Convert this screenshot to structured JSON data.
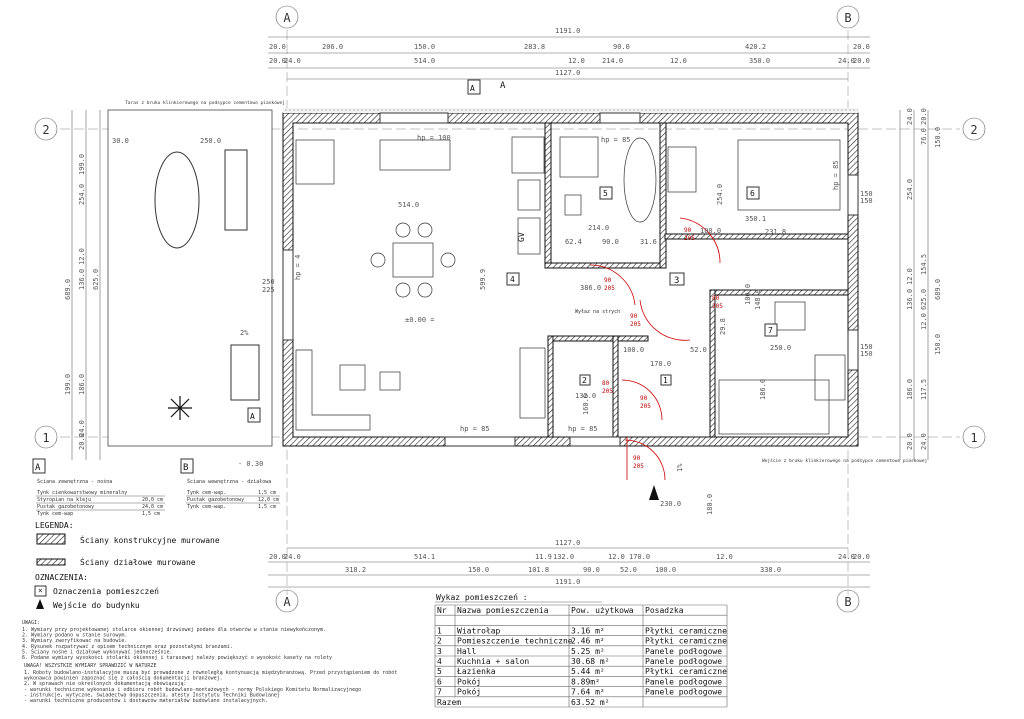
{
  "axes": {
    "a_top": "A",
    "b_top": "B",
    "a_bottom": "A",
    "b_bottom": "B",
    "row2_left": "2",
    "row2_right": "2",
    "row1_left": "1",
    "row1_right": "1"
  },
  "dims_top": {
    "overall": "1191.0",
    "row1": [
      "20.0",
      "206.0",
      "150.0",
      "283.8",
      "90.0",
      "420.2",
      "20.0"
    ],
    "row2": [
      "20.0",
      "24.0",
      "514.0",
      "12.0",
      "214.0",
      "12.0",
      "350.0",
      "24.0",
      "20.0"
    ],
    "inner": "1127.0"
  },
  "dims_bottom": {
    "inner": "1127.0",
    "row1": [
      "20.0",
      "24.0",
      "514.1",
      "11.9",
      "132.0",
      "12.0",
      "170.0",
      "12.0",
      "24.0",
      "20.0"
    ],
    "row2": [
      "318.2",
      "150.0",
      "101.8",
      "90.0",
      "52.0",
      "100.0",
      "338.0"
    ],
    "overall": "1191.0"
  },
  "dims_left": [
    "199.0",
    "254.0",
    "689.0",
    "136.0",
    "12.0",
    "625.0",
    "186.0",
    "199.0",
    "20.0",
    "24.0"
  ],
  "dims_right": [
    "24.0",
    "20.0",
    "76.0",
    "150.0",
    "254.0",
    "154.5",
    "689.0",
    "136.0",
    "12.0",
    "625.0",
    "12.0",
    "150.0",
    "186.0",
    "117.5",
    "20.0",
    "24.0"
  ],
  "plan": {
    "terrace_note": "Taras z bruku klinkierowego na podsypce cementowo piaskowej",
    "entrance_note": "Wejście z bruku klinkierowego na podsypce cementowo piaskowej",
    "terrace_width": "250.0",
    "terrace_offset": "30.0",
    "terrace_slope": "2%",
    "entrance_slope": "1%",
    "level": "±0.00 =",
    "level_outside": "- 0.30",
    "attic": "Wyłaz na strych",
    "gv": "GV",
    "hp_labels": [
      "hp = 100",
      "hp = 85",
      "hp = 85",
      "hp = 85",
      "hp = 85",
      "hp = 4"
    ],
    "room_numbers": [
      "1",
      "2",
      "3",
      "4",
      "5",
      "6",
      "7"
    ],
    "inner_dims": [
      "514.0",
      "599.9",
      "214.0",
      "90.0",
      "62.4",
      "31.6",
      "386.0",
      "254.0",
      "350.1",
      "231.8",
      "100.0",
      "148.0",
      "250.0",
      "29.8",
      "100.0",
      "52.0",
      "170.0",
      "100.0",
      "132.0",
      "186.0",
      "160.0",
      "230.0",
      "180.0",
      "250",
      "225",
      "150",
      "150",
      "150",
      "150"
    ],
    "door_labels": [
      "90",
      "205",
      "90",
      "205",
      "90",
      "205",
      "80",
      "205",
      "80",
      "205",
      "90",
      "205",
      "90",
      "205"
    ],
    "section_labels": [
      "A",
      "A",
      "A"
    ]
  },
  "wall_a": {
    "tag": "A",
    "title": "Ściana zewnętrzna - nośna",
    "layers": [
      {
        "name": "Tynk cienkowarstwowy mineralny",
        "value": ""
      },
      {
        "name": "Styropian na kleju",
        "value": "20,0 cm"
      },
      {
        "name": "Pustak gazobetonowy",
        "value": "24,0 cm"
      },
      {
        "name": "Tynk cem-wap",
        "value": "1,5 cm"
      }
    ]
  },
  "wall_b": {
    "tag": "B",
    "title": "Ściana wewnętrzna - działowa",
    "layers": [
      {
        "name": "Tynk cem-wap.",
        "value": "1,5 cm"
      },
      {
        "name": "Pustak gazobetonowy",
        "value": "12,0 cm"
      },
      {
        "name": "Tynk cem-wap.",
        "value": "1,5 cm"
      }
    ]
  },
  "legend": {
    "title": "LEGENDA:",
    "items": [
      "Ściany konstrukcyjne murowane",
      "Ściany działowe murowane"
    ],
    "markings_title": "OZNACZENIA:",
    "markings": [
      "Oznaczenia pomieszczeń",
      "Wejście do budynku"
    ],
    "marking_symbol": "×"
  },
  "notes": {
    "title": "UWAGI:",
    "items": [
      "1. Wymiary przy projektowanej stolarce okiennej drzwiowej podano dla otworów w stanie niewykończonym.",
      "2. Wymiary podano w stanie surowym.",
      "3. Wymiary zweryfikować na budowie.",
      "4. Rysunek rozpatrywać z opisem technicznym oraz pozostałymi branżami.",
      "5. Ściany nośne i działowe wykonywać jednocześnie.",
      "6. Podane wymiary wysokości stolarki okiennej i tarasowej należy powiększyć o wysokość kasety na rolety"
    ],
    "title2": "UWAGA! WSZYSTKIE WYMIARY SPRAWDZIĆ W NATURZE",
    "items2": [
      "1. Roboty budowlano-instalacyjne muszą być prowadzone z równoległą kontynuacją międzybranżową. Przed przystąpieniem do robót",
      "wykonawca powinien zapoznać się z całością dokumentacji branżowej.",
      "2. W sprawach nie określonych dokumentacją obowiązują:",
      "- warunki techniczne wykonania i odbioru robót budowlano-montażowych - normy Polskiego Komitetu Normalizacyjnego",
      "- instrukcje, wytyczne, świadectwa dopuszczenia, atesty Instytutu Techniki Budowlanej",
      "- warunki techniczne producentów i dostawców materiałów budowlano instalacyjnych."
    ]
  },
  "rooms_table": {
    "title": "Wykaz pomieszczeń :",
    "headers": [
      "Nr",
      "Nazwa pomieszczenia",
      "Pow. użytkowa",
      "Posadzka"
    ],
    "rows": [
      [
        "1",
        "Wiatrołap",
        "3.16 m²",
        "Płytki ceramiczne"
      ],
      [
        "2",
        "Pomieszczenie techniczne",
        "2.46 m²",
        "Płytki ceramiczne"
      ],
      [
        "3",
        "Hall",
        "5.25 m²",
        "Panele podłogowe"
      ],
      [
        "4",
        "Kuchnia + salon",
        "30.68 m²",
        "Panele podłogowe"
      ],
      [
        "5",
        "Łazienka",
        "5.44 m²",
        "Płytki ceramiczne"
      ],
      [
        "6",
        "Pokój",
        "8.89m²",
        "Panele podłogowe"
      ],
      [
        "7",
        "Pokój",
        "7.64 m²",
        "Panele podłogowe"
      ]
    ],
    "total_label": "Razem",
    "total_value": "63.52 m²"
  }
}
